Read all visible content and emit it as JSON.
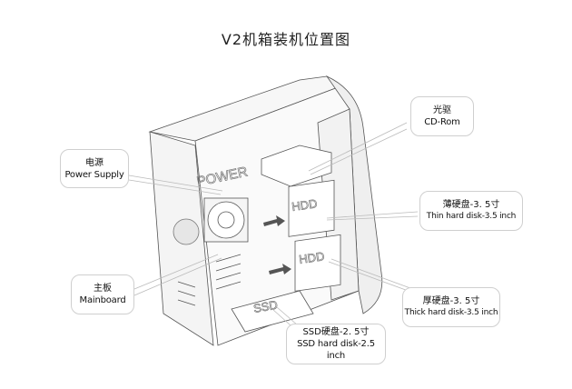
{
  "title": "V2机箱装机位置图",
  "diagram": {
    "case_labels": {
      "power_emboss": "POWER",
      "hdd_top": "HDD",
      "hdd_bottom": "HDD",
      "ssd": "SSD"
    },
    "callouts": [
      {
        "id": "cd-rom",
        "cn": "光驱",
        "en": "CD-Rom"
      },
      {
        "id": "power-supply",
        "cn": "电源",
        "en": "Power Supply"
      },
      {
        "id": "thin-hdd",
        "cn": "薄硬盘-3. 5寸",
        "en": "Thin hard disk-3.5 inch"
      },
      {
        "id": "mainboard",
        "cn": "主板",
        "en": "Mainboard"
      },
      {
        "id": "thick-hdd",
        "cn": "厚硬盘-3. 5寸",
        "en": "Thick hard disk-3.5 inch"
      },
      {
        "id": "ssd",
        "cn": "SSD硬盘-2. 5寸",
        "en": "SSD hard disk-2.5 inch"
      }
    ]
  }
}
